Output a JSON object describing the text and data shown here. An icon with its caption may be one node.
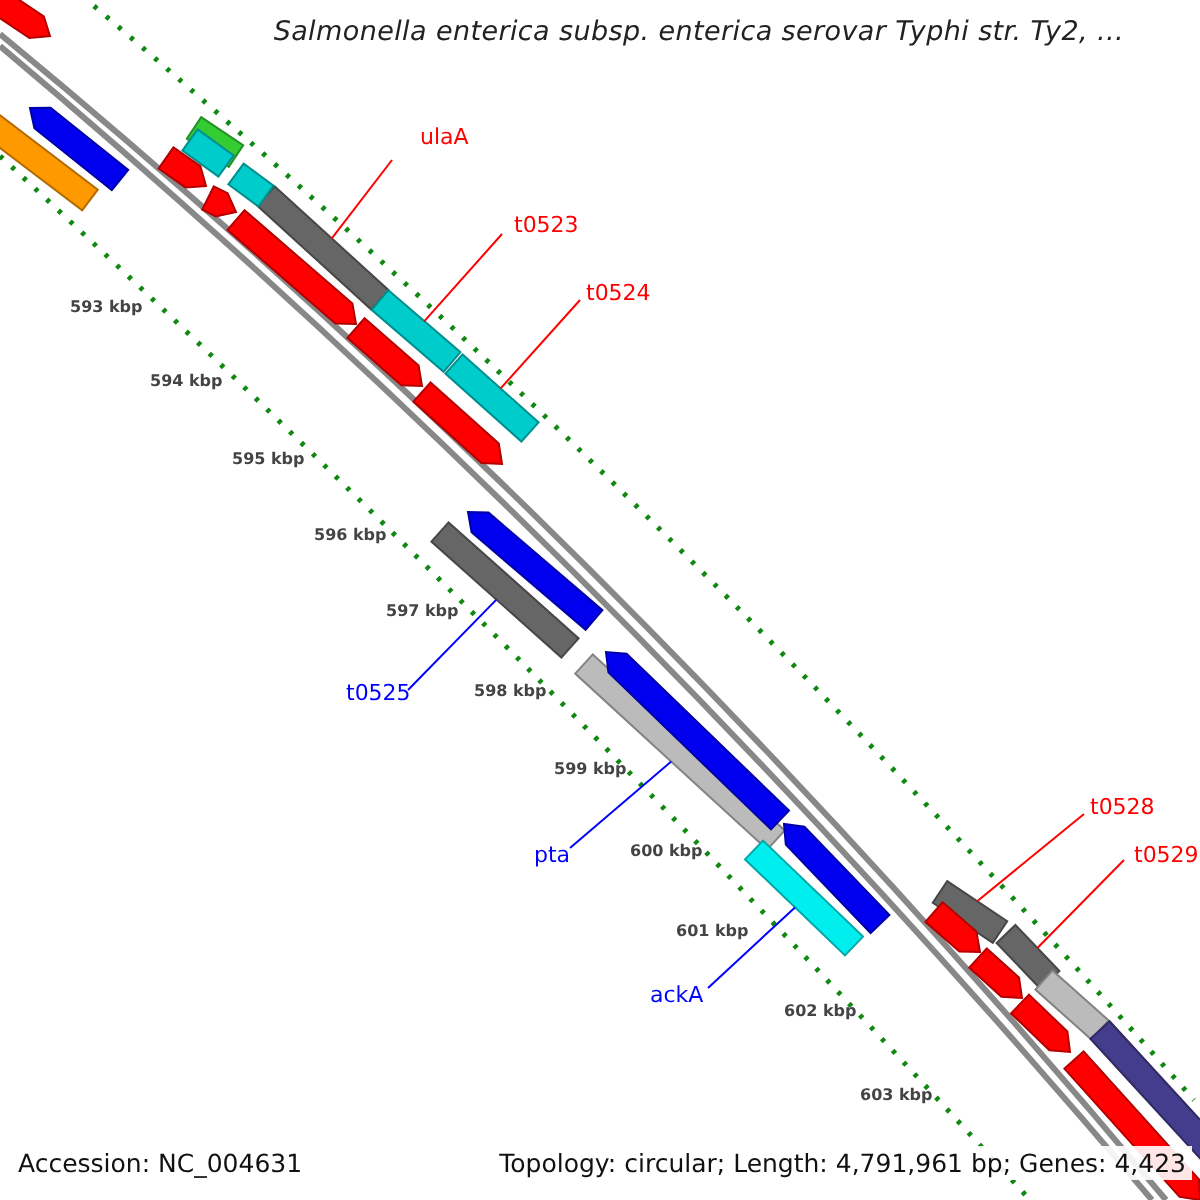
{
  "diagram": {
    "title": "Salmonella enterica subsp. enterica serovar Typhi str. Ty2, ...",
    "nodes": [
      {
        "text": [
          "ulaA"
        ]
      },
      {
        "text": [
          "t0523"
        ]
      },
      {
        "text": [
          "t0524"
        ]
      },
      {
        "text": [
          "t0525"
        ]
      },
      {
        "text": [
          "pta"
        ]
      },
      {
        "text": [
          "ackA"
        ]
      },
      {
        "text": [
          "t0528"
        ]
      },
      {
        "text": [
          "t0529"
        ]
      },
      {
        "text": [],
        "shape": "bar"
      },
      {
        "text": [],
        "shape": "bar"
      },
      {
        "text": [],
        "shape": "bar"
      },
      {
        "text": [],
        "shape": "bar"
      },
      {
        "text": [],
        "shape": "bar"
      },
      {
        "text": [],
        "shape": "bar"
      },
      {
        "text": [],
        "shape": "bar"
      },
      {
        "text": [],
        "shape": "bar"
      },
      {
        "text": [],
        "shape": "arrow"
      },
      {
        "text": [],
        "shape": "arrow"
      },
      {
        "text": [],
        "shape": "bar"
      },
      {
        "text": [],
        "shape": "bar"
      },
      {
        "text": [],
        "shape": "bar"
      },
      {
        "text": [],
        "shape": "arrow"
      },
      {
        "text": [],
        "shape": "arrow"
      },
      {
        "text": [],
        "shape": "bar"
      },
      {
        "text": [],
        "shape": "arrow"
      },
      {
        "text": [],
        "shape": "arrow"
      },
      {
        "text": [],
        "shape": "arrow"
      },
      {
        "text": [],
        "shape": "arrow"
      },
      {
        "text": [],
        "shape": "arrow"
      },
      {
        "text": [],
        "shape": "arrow"
      },
      {
        "text": [],
        "shape": "arrow"
      },
      {
        "text": [],
        "shape": "arrow"
      },
      {
        "text": [],
        "shape": "arrow"
      },
      {
        "text": [],
        "shape": "bar"
      },
      {
        "text": [],
        "shape": "bar"
      },
      {
        "text": [],
        "shape": "arrow"
      }
    ],
    "edges": [
      {
        "from": 0,
        "to": 8,
        "arrow": "none"
      },
      {
        "from": 1,
        "to": 9,
        "arrow": "none"
      },
      {
        "from": 2,
        "to": 10,
        "arrow": "none"
      },
      {
        "from": 3,
        "to": 11,
        "arrow": "none",
        "color": "#0000ff"
      },
      {
        "from": 4,
        "to": 12,
        "arrow": "none",
        "color": "#0000ff"
      },
      {
        "from": 5,
        "to": 13,
        "arrow": "none",
        "color": "#0000ff"
      },
      {
        "from": 6,
        "to": 14,
        "arrow": "none"
      },
      {
        "from": 7,
        "to": 15,
        "arrow": "none"
      }
    ],
    "labels": [
      "593 kbp",
      "594 kbp",
      "595 kbp",
      "596 kbp",
      "597 kbp",
      "598 kbp",
      "599 kbp",
      "600 kbp",
      "601 kbp",
      "602 kbp",
      "603 kbp",
      "Accession: NC_004631",
      "Topology: circular; Length: 4,791,961 bp; Genes: 4,423"
    ]
  }
}
